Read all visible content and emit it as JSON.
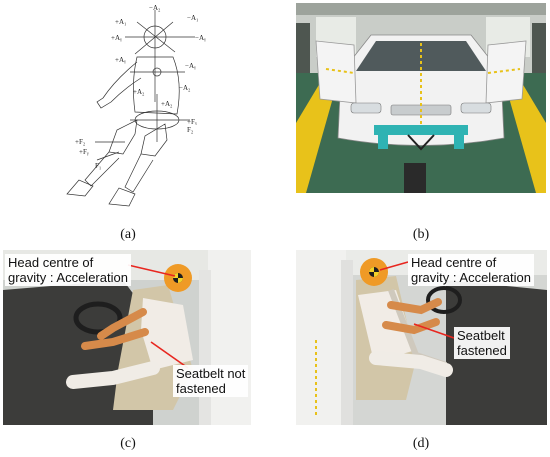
{
  "captions": {
    "a": "(a)",
    "b": "(b)",
    "c": "(c)",
    "d": "(d)"
  },
  "diagram_a": {
    "labels": {
      "top": "−A₂",
      "right_upper": "−A₁",
      "left_upper": "+A₁",
      "right_head": "−Aᵧ",
      "left_head": "+Aᵧ",
      "left_chest": "+Aᵧ",
      "right_chest": "−Aᵧ",
      "mid_left": "+A₂",
      "mid_right": "−A₂",
      "pelvis": "+A₂",
      "fx": "+Fₓ",
      "fz_left": "+F₂",
      "fz_right": "F₂",
      "fy": "+Fᵧ",
      "low": "F₁"
    }
  },
  "panel_c": {
    "head_label": [
      "Head centre of",
      "gravity : Acceleration"
    ],
    "belt_label": [
      "Seatbelt not",
      "fastened"
    ]
  },
  "panel_d": {
    "head_label": [
      "Head centre of",
      "gravity : Acceleration"
    ],
    "belt_label": [
      "Seatbelt",
      "fastened"
    ]
  },
  "colors": {
    "accent_red": "#e8261f",
    "car_white": "#f2f2f2",
    "floor_green": "#3d6b52",
    "stripe_yellow": "#e8c21a"
  }
}
